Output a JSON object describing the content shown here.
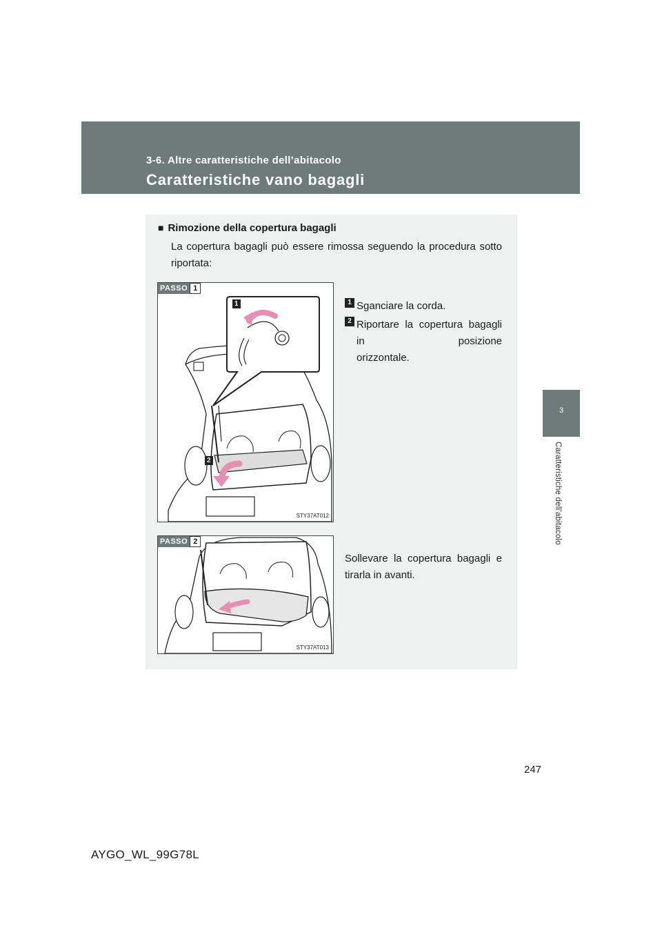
{
  "header": {
    "section": "3-6. Altre caratteristiche dell’abitacolo",
    "title": "Caratteristiche vano bagagli"
  },
  "side_tab": {
    "chapter_number": "3",
    "chapter_label": "Caratteristiche dell’abitacolo"
  },
  "content": {
    "heading_bullet": "■",
    "heading": "Rimozione della copertura bagagli",
    "intro": "La copertura bagagli può essere rimossa seguendo la procedura sotto riportata:",
    "step1": {
      "badge_word": "PASSO",
      "badge_num": "1",
      "figure_code": "STY37AT012",
      "callout_1": "1",
      "callout_2": "2",
      "items": [
        {
          "num": "1",
          "text": "Sganciare la corda."
        },
        {
          "num": "2",
          "text_line1": "Riportare la copertura bagagli in posizione",
          "text_line2": "orizzontale."
        }
      ]
    },
    "step2": {
      "badge_word": "PASSO",
      "badge_num": "2",
      "figure_code": "STY37AT013",
      "text": "Sollevare la copertura bagagli e tirarla in avanti."
    }
  },
  "page_number": "247",
  "footer_code": "AYGO_WL_99G78L",
  "colors": {
    "header_bg": "#6d7b7b",
    "panel_bg": "#eff1f1",
    "arrow_pink": "#e58fb3"
  }
}
